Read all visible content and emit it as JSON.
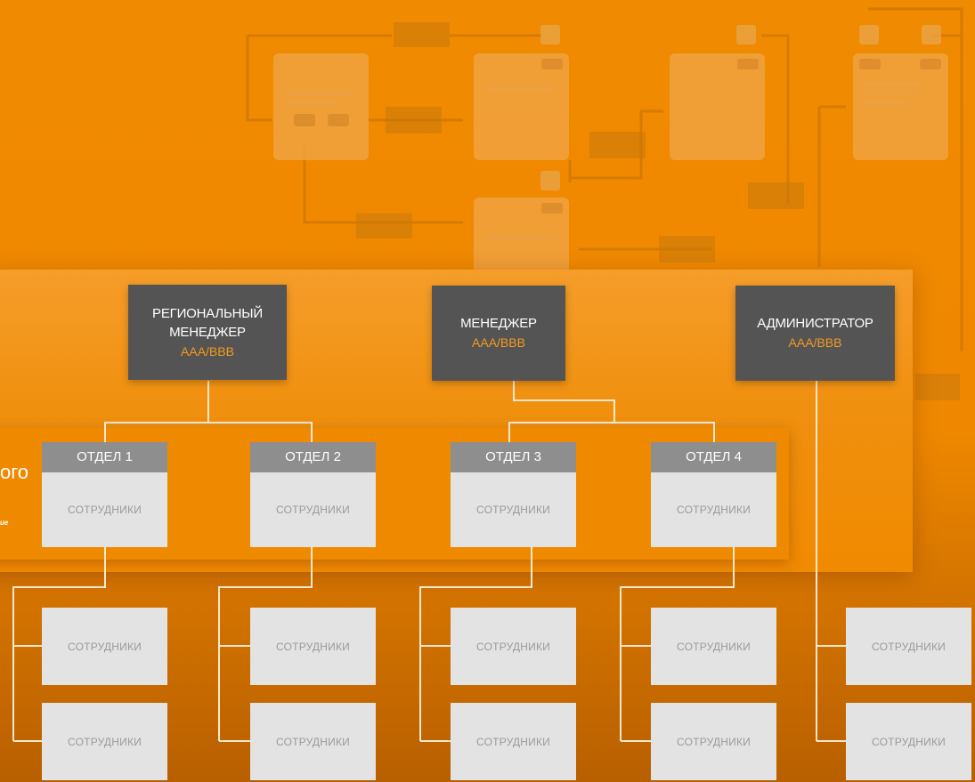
{
  "colors": {
    "background": "#ef8800",
    "role_box": "#545454",
    "role_sub": "#f39a1f",
    "dept_head": "#8e8e8e",
    "staff_box": "#e3e3e3",
    "connector": "#f8e7cf"
  },
  "roles": [
    {
      "title_line1": "РЕГИОНАЛЬНЫЙ",
      "title_line2": "МЕНЕДЖЕР",
      "sub": "AAA/BBB"
    },
    {
      "title_line1": "МЕНЕДЖЕР",
      "title_line2": "",
      "sub": "AAA/BBB"
    },
    {
      "title_line1": "АДМИНИСТРАТОР",
      "title_line2": "",
      "sub": "AAA/BBB"
    }
  ],
  "departments": [
    {
      "name": "ОТДЕЛ 1",
      "staff": "СОТРУДНИКИ"
    },
    {
      "name": "ОТДЕЛ 2",
      "staff": "СОТРУДНИКИ"
    },
    {
      "name": "ОТДЕЛ 3",
      "staff": "СОТРУДНИКИ"
    },
    {
      "name": "ОТДЕЛ 4",
      "staff": "СОТРУДНИКИ"
    }
  ],
  "staff_label": "СОТРУДНИКИ",
  "left_fragment": {
    "title": "ого",
    "small": "ие"
  }
}
